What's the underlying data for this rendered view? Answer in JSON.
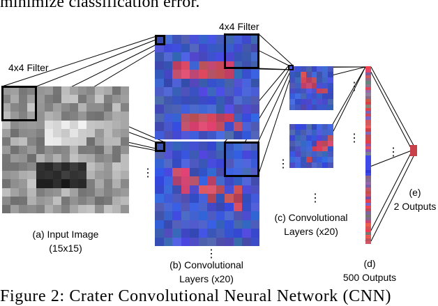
{
  "caption_top": "minimize classification error.",
  "caption_bottom": "Figure 2: Crater Convolutional Neural Network (CNN)",
  "labels": {
    "filter_a": "4x4 Filter",
    "filter_b": "4x4 Filter",
    "input": [
      "(a) Input Image",
      "(15x15)"
    ],
    "conv1": [
      "(b) Convolutional",
      "Layers (x20)"
    ],
    "conv2": [
      "(c) Convolutional",
      "Layers (x20)"
    ],
    "fc": [
      "(d)",
      "500 Outputs"
    ],
    "out": [
      "(e)",
      "2 Outputs"
    ],
    "ellipsis": "⋮"
  },
  "colors": {
    "blue": "#4a5ad0",
    "red": "#c8404a",
    "gray_dark": "#202020",
    "gray_light": "#e8e8e8"
  }
}
